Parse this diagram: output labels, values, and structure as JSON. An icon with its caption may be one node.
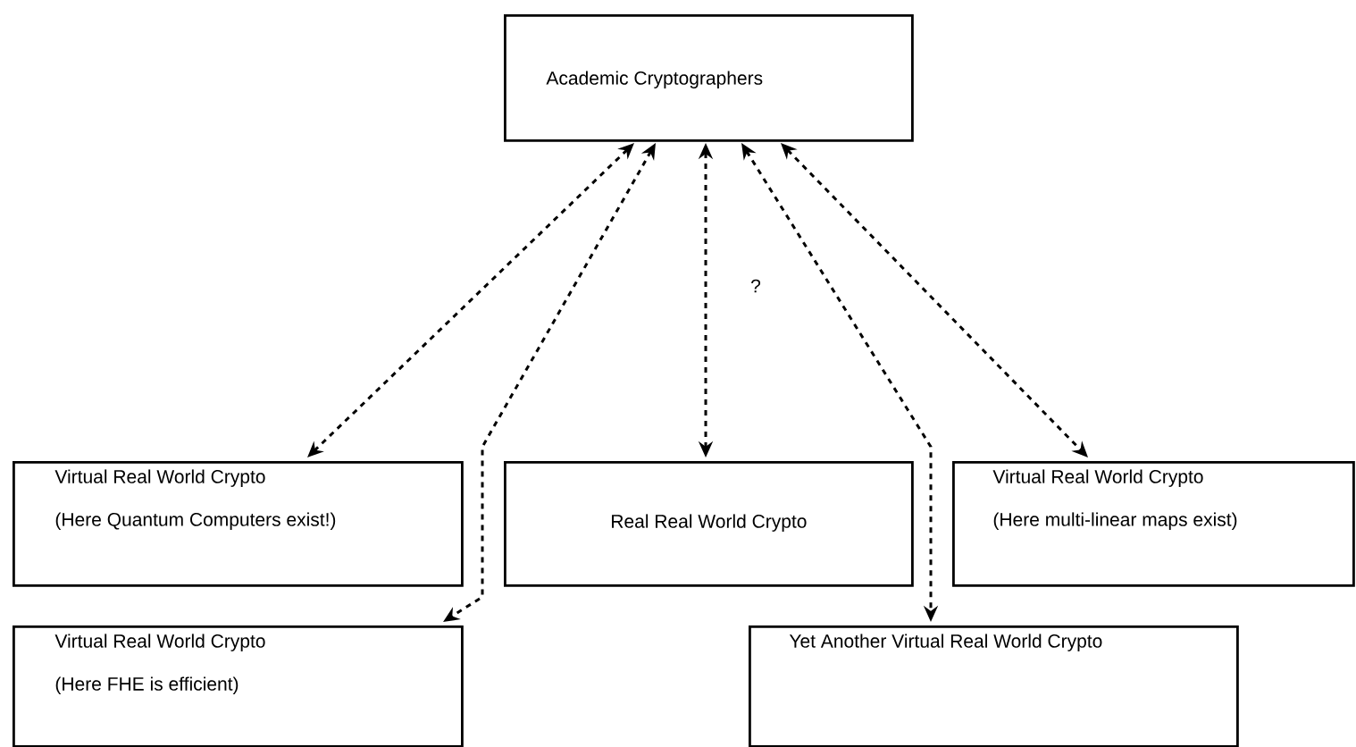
{
  "diagram": {
    "nodes": [
      {
        "text": [
          "Academic Cryptographers"
        ]
      },
      {
        "text": [
          "Virtual Real World Crypto",
          "(Here Quantum Computers exist!)"
        ]
      },
      {
        "text": [
          "Real Real World Crypto"
        ]
      },
      {
        "text": [
          "Virtual Real World Crypto",
          "(Here multi-linear maps exist)"
        ]
      },
      {
        "text": [
          "Virtual Real World Crypto",
          "(Here FHE is efficient)"
        ]
      },
      {
        "text": [
          "Yet Another Virtual Real World Crypto"
        ]
      }
    ],
    "edges": [
      {
        "from": 0,
        "to": 1,
        "arrow": "both",
        "style": "dashed"
      },
      {
        "from": 0,
        "to": 4,
        "arrow": "both",
        "style": "dashed"
      },
      {
        "from": 0,
        "to": 2,
        "arrow": "both",
        "style": "dashed",
        "label": "?"
      },
      {
        "from": 0,
        "to": 5,
        "arrow": "both",
        "style": "dashed"
      },
      {
        "from": 0,
        "to": 3,
        "arrow": "both",
        "style": "dashed"
      }
    ]
  }
}
